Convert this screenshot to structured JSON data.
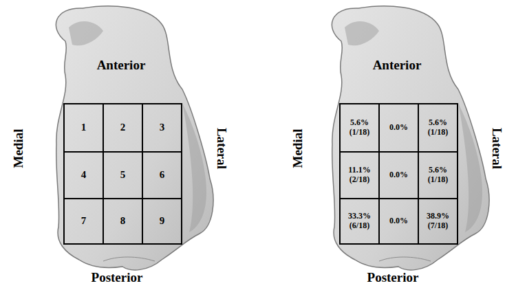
{
  "diagram": {
    "nodes": [
      {
        "text": [
          "1"
        ]
      },
      {
        "text": [
          "2"
        ]
      },
      {
        "text": [
          "3"
        ]
      },
      {
        "text": [
          "4"
        ]
      },
      {
        "text": [
          "5"
        ]
      },
      {
        "text": [
          "6"
        ]
      },
      {
        "text": [
          "7"
        ]
      },
      {
        "text": [
          "8"
        ]
      },
      {
        "text": [
          "9"
        ]
      },
      {
        "text": [
          "5.6% (1/18)"
        ]
      },
      {
        "text": [
          "0.0%"
        ]
      },
      {
        "text": [
          "5.6% (1/18)"
        ]
      },
      {
        "text": [
          "11.1% (2/18)"
        ]
      },
      {
        "text": [
          "0.0%"
        ]
      },
      {
        "text": [
          "5.6% (1/18)"
        ]
      },
      {
        "text": [
          "33.3% (6/18)"
        ]
      },
      {
        "text": [
          "0.0%"
        ]
      },
      {
        "text": [
          "38.9% (7/18)"
        ]
      }
    ],
    "labels": [
      "Anterior",
      "Medial",
      "Lateral",
      "Posterior",
      "Anterior",
      "Medial",
      "Lateral",
      "Posterior"
    ]
  }
}
